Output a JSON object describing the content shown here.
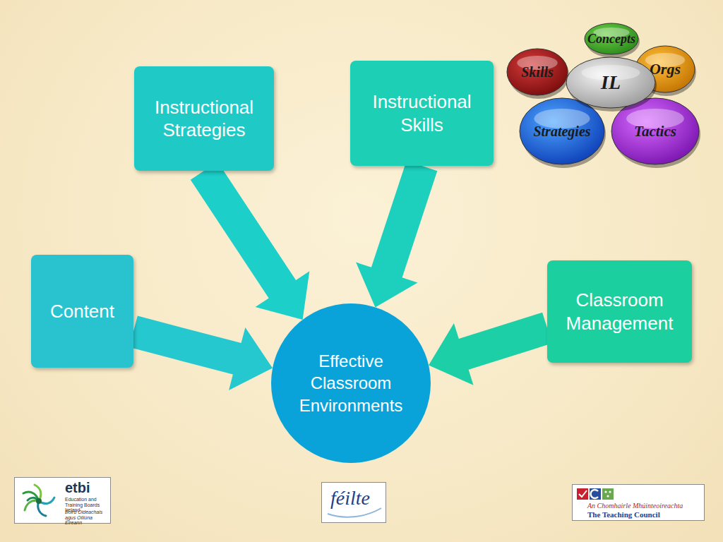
{
  "diagram": {
    "nodes": [
      {
        "text": [
          "Instructional Strategies"
        ]
      },
      {
        "text": [
          "Instructional Skills"
        ]
      },
      {
        "text": [
          "Concepts"
        ]
      },
      {
        "text": [
          "Skills"
        ]
      },
      {
        "text": [
          "IL"
        ]
      },
      {
        "text": [
          "Orgs"
        ]
      },
      {
        "text": [
          "Strategies"
        ]
      },
      {
        "text": [
          "Tactics"
        ]
      },
      {
        "text": [
          "Content"
        ]
      },
      {
        "text": [
          "Classroom Management"
        ]
      },
      {
        "text": [
          "Effective Classroom Environments"
        ]
      }
    ],
    "edges": [
      {
        "from": 8,
        "to": 10,
        "arrow": "to"
      },
      {
        "from": 0,
        "to": 10,
        "arrow": "to"
      },
      {
        "from": 1,
        "to": 10,
        "arrow": "to"
      },
      {
        "from": 9,
        "to": 10,
        "arrow": "to"
      }
    ],
    "labels": [
      "etbi",
      "Education and Training Boards Ireland",
      "Boird Oideachais agus Oiliúna Éireann",
      "féilte",
      "An Chomhairle Mhúinteoireachta",
      "The Teaching Council"
    ]
  }
}
